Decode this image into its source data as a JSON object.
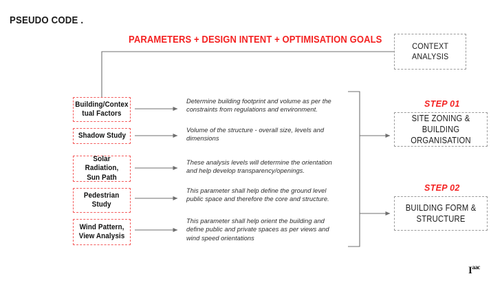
{
  "page": {
    "title": "PSEUDO CODE .",
    "banner_heading": "PARAMETERS + DESIGN INTENT + OPTIMISATION GOALS",
    "accent_red": "#f42222",
    "param_border_red": "#f45b5b",
    "line_grey": "#6f6f6f",
    "dash_grey": "#9a9a9a",
    "text_dark": "#1b1b1b"
  },
  "context": {
    "label": "CONTEXT\nANALYSIS"
  },
  "parameters": [
    {
      "label": "Building/Contex\ntual Factors"
    },
    {
      "label": "Shadow Study"
    },
    {
      "label": "Solar Radiation,\nSun Path"
    },
    {
      "label": "Pedestrian\nStudy"
    },
    {
      "label": "Wind Pattern,\nView Analysis"
    }
  ],
  "descriptions": [
    {
      "text": "Determine building footprint and volume as per the constraints from regulations and environment."
    },
    {
      "text": "Volume of the structure - overall size, levels and dimensions"
    },
    {
      "text": "These analysis levels will determine the orientation and help develop transparency/openings."
    },
    {
      "text": "This parameter shall help define the ground level public space and therefore the core and structure."
    },
    {
      "text": "This parameter shall help orient the building and define public and private spaces as per views and wind speed orientations"
    }
  ],
  "steps": [
    {
      "step_label": "STEP 01",
      "title": "SITE ZONING & BUILDING\nORGANISATION"
    },
    {
      "step_label": "STEP 02",
      "title": "BUILDING FORM &\nSTRUCTURE"
    }
  ],
  "logo": {
    "main": "I",
    "sup": "aac"
  }
}
